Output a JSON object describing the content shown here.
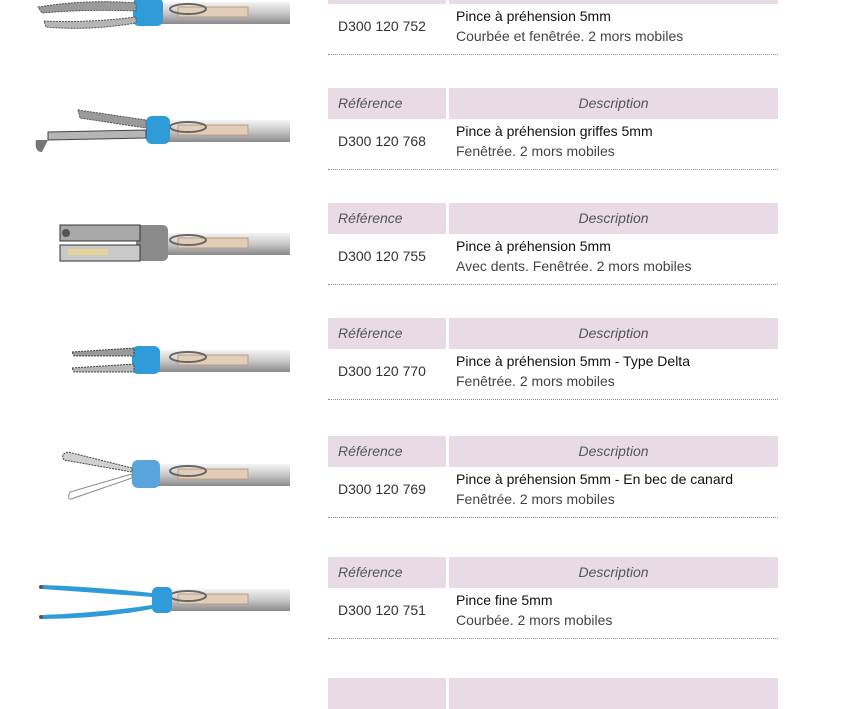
{
  "headers": {
    "reference": "Référence",
    "description": "Description"
  },
  "products": [
    {
      "reference": "D300 120 752",
      "name": "Pince à préhension 5mm",
      "detail": "Courbée et fenêtrée. 2 mors mobiles",
      "collar": "#2f9bd8",
      "jaw": "curved"
    },
    {
      "reference": "D300 120 768",
      "name": "Pince à préhension griffes 5mm",
      "detail": "Fenêtrée. 2 mors mobiles",
      "collar": "#2f9bd8",
      "jaw": "hook"
    },
    {
      "reference": "D300 120 755",
      "name": "Pince à préhension 5mm",
      "detail": "Avec dents. Fenêtrée. 2 mors mobiles",
      "collar": "#8a8a8a",
      "jaw": "teeth"
    },
    {
      "reference": "D300 120 770",
      "name": "Pince à préhension 5mm - Type Delta",
      "detail": "Fenêtrée. 2 mors mobiles",
      "collar": "#2f9bd8",
      "jaw": "delta"
    },
    {
      "reference": "D300 120 769",
      "name": "Pince à préhension 5mm - En bec de canard",
      "detail": "Fenêtrée. 2 mors mobiles",
      "collar": "#5aa6dc",
      "jaw": "duckbill"
    },
    {
      "reference": "D300 120 751",
      "name": "Pince fine 5mm",
      "detail": "Courbée. 2 mors mobiles",
      "collar": "#2f9bd8",
      "jaw": "fine"
    }
  ]
}
